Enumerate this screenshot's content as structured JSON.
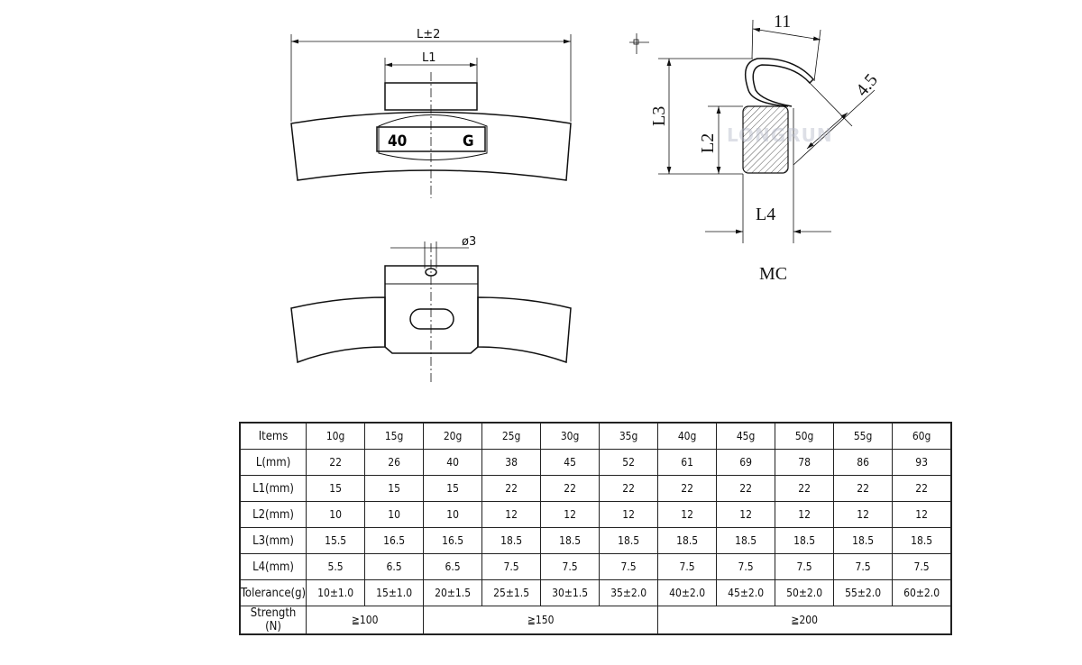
{
  "drawing": {
    "top_view": {
      "dim_total": "L±2",
      "dim_l1": "L1",
      "marking_weight": "40",
      "marking_unit": "G"
    },
    "bottom_view": {
      "dim_hole": "ø3"
    },
    "profile_view": {
      "dim_top": "11",
      "dim_angle": "4.5",
      "dim_l3": "L3",
      "dim_l2": "L2",
      "dim_l4": "L4",
      "type_label": "MC"
    },
    "watermark": "LONGRUN"
  },
  "table": {
    "header": "Items",
    "columns": [
      "10g",
      "15g",
      "20g",
      "25g",
      "30g",
      "35g",
      "40g",
      "45g",
      "50g",
      "55g",
      "60g"
    ],
    "rows": [
      {
        "label": "L(mm)",
        "values": [
          "22",
          "26",
          "40",
          "38",
          "45",
          "52",
          "61",
          "69",
          "78",
          "86",
          "93"
        ]
      },
      {
        "label": "L1(mm)",
        "values": [
          "15",
          "15",
          "15",
          "22",
          "22",
          "22",
          "22",
          "22",
          "22",
          "22",
          "22"
        ]
      },
      {
        "label": "L2(mm)",
        "values": [
          "10",
          "10",
          "10",
          "12",
          "12",
          "12",
          "12",
          "12",
          "12",
          "12",
          "12"
        ]
      },
      {
        "label": "L3(mm)",
        "values": [
          "15.5",
          "16.5",
          "16.5",
          "18.5",
          "18.5",
          "18.5",
          "18.5",
          "18.5",
          "18.5",
          "18.5",
          "18.5"
        ]
      },
      {
        "label": "L4(mm)",
        "values": [
          "5.5",
          "6.5",
          "6.5",
          "7.5",
          "7.5",
          "7.5",
          "7.5",
          "7.5",
          "7.5",
          "7.5",
          "7.5"
        ]
      },
      {
        "label": "Tolerance(g)",
        "values": [
          "10±1.0",
          "15±1.0",
          "20±1.5",
          "25±1.5",
          "30±1.5",
          "35±2.0",
          "40±2.0",
          "45±2.0",
          "50±2.0",
          "55±2.0",
          "60±2.0"
        ]
      }
    ],
    "strength": {
      "label": "Strength (N)",
      "groups": [
        {
          "text": "≧100",
          "span": 2
        },
        {
          "text": "≧150",
          "span": 4
        },
        {
          "text": "≧200",
          "span": 5
        }
      ]
    }
  }
}
